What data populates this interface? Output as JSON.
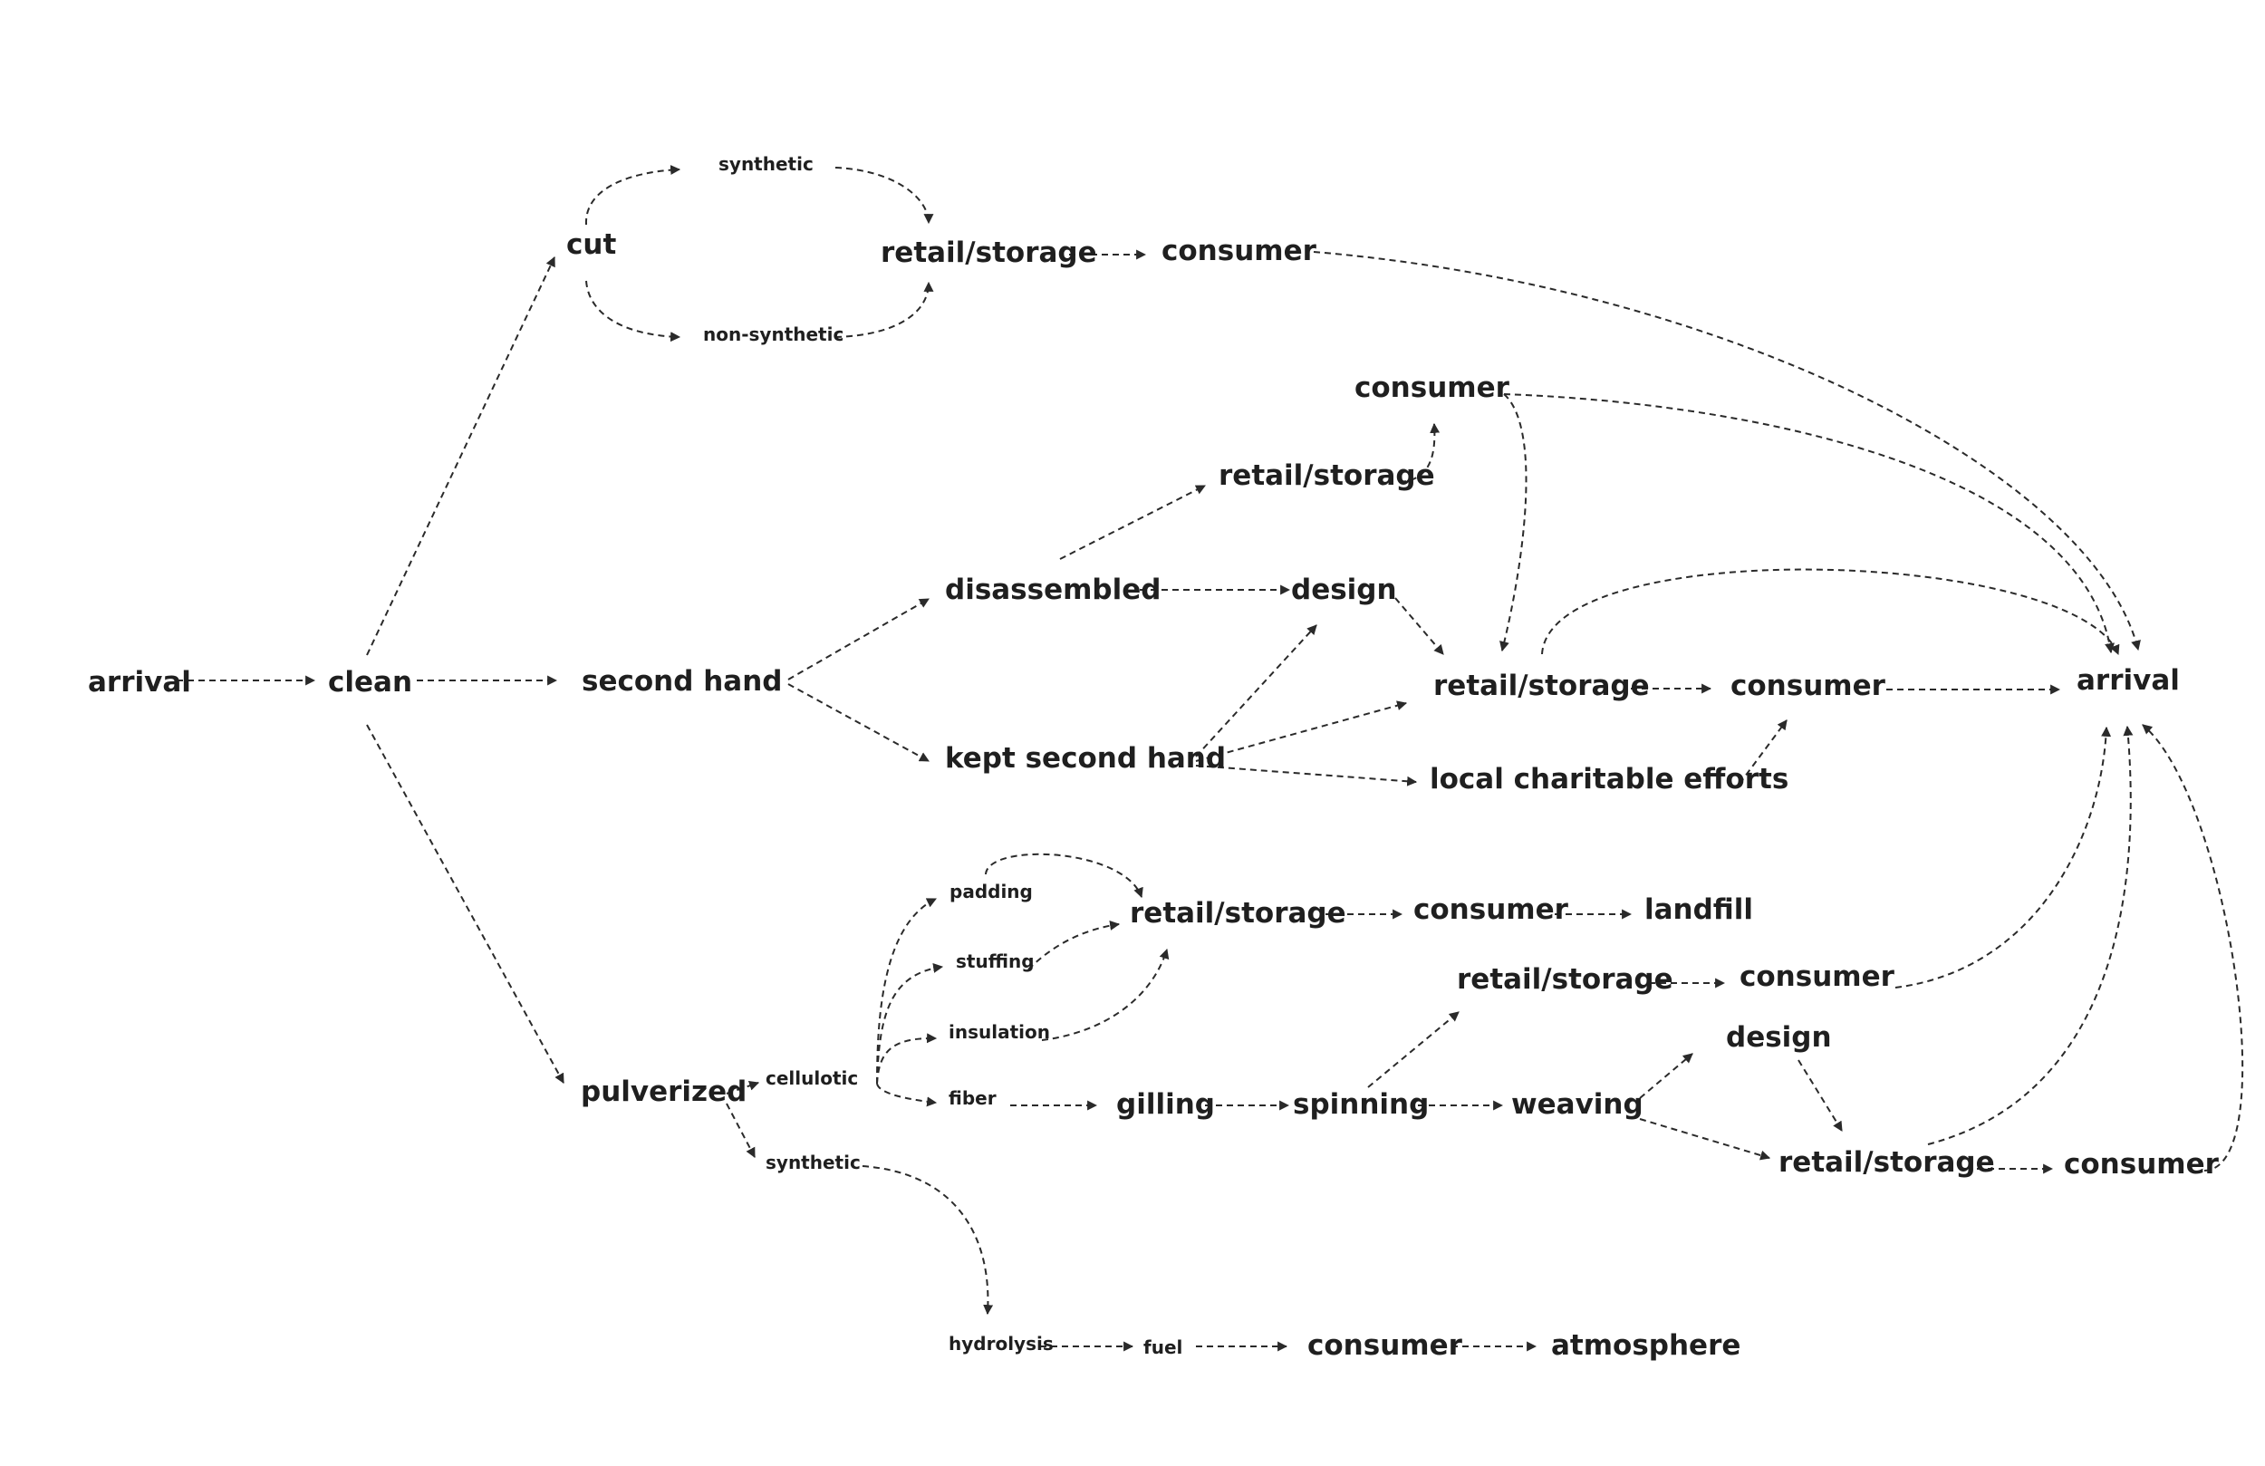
{
  "nodes": {
    "arrival_start": "arrival",
    "clean": "clean",
    "cut": "cut",
    "synthetic_top": "synthetic",
    "non_synthetic": "non-synthetic",
    "retail_top": "retail/storage",
    "consumer_top": "consumer",
    "second_hand": "second hand",
    "consumer_upper": "consumer",
    "retail_upper": "retail/storage",
    "disassembled": "disassembled",
    "design_mid": "design",
    "kept_second_hand": "kept second hand",
    "retail_mid": "retail/storage",
    "consumer_mid": "consumer",
    "local_charitable": "local charitable efforts",
    "arrival_end": "arrival",
    "padding": "padding",
    "stuffing": "stuffing",
    "insulation": "insulation",
    "retail_pad": "retail/storage",
    "consumer_pad": "consumer",
    "landfill": "landfill",
    "pulverized": "pulverized",
    "cellulotic": "cellulotic",
    "fiber": "fiber",
    "gilling": "gilling",
    "spinning": "spinning",
    "weaving": "weaving",
    "retail_spin": "retail/storage",
    "consumer_spin": "consumer",
    "design_low": "design",
    "retail_low": "retail/storage",
    "consumer_low": "consumer",
    "synthetic_low": "synthetic",
    "hydrolysis": "hydrolysis",
    "fuel": "fuel",
    "consumer_fuel": "consumer",
    "atmosphere": "atmosphere"
  }
}
